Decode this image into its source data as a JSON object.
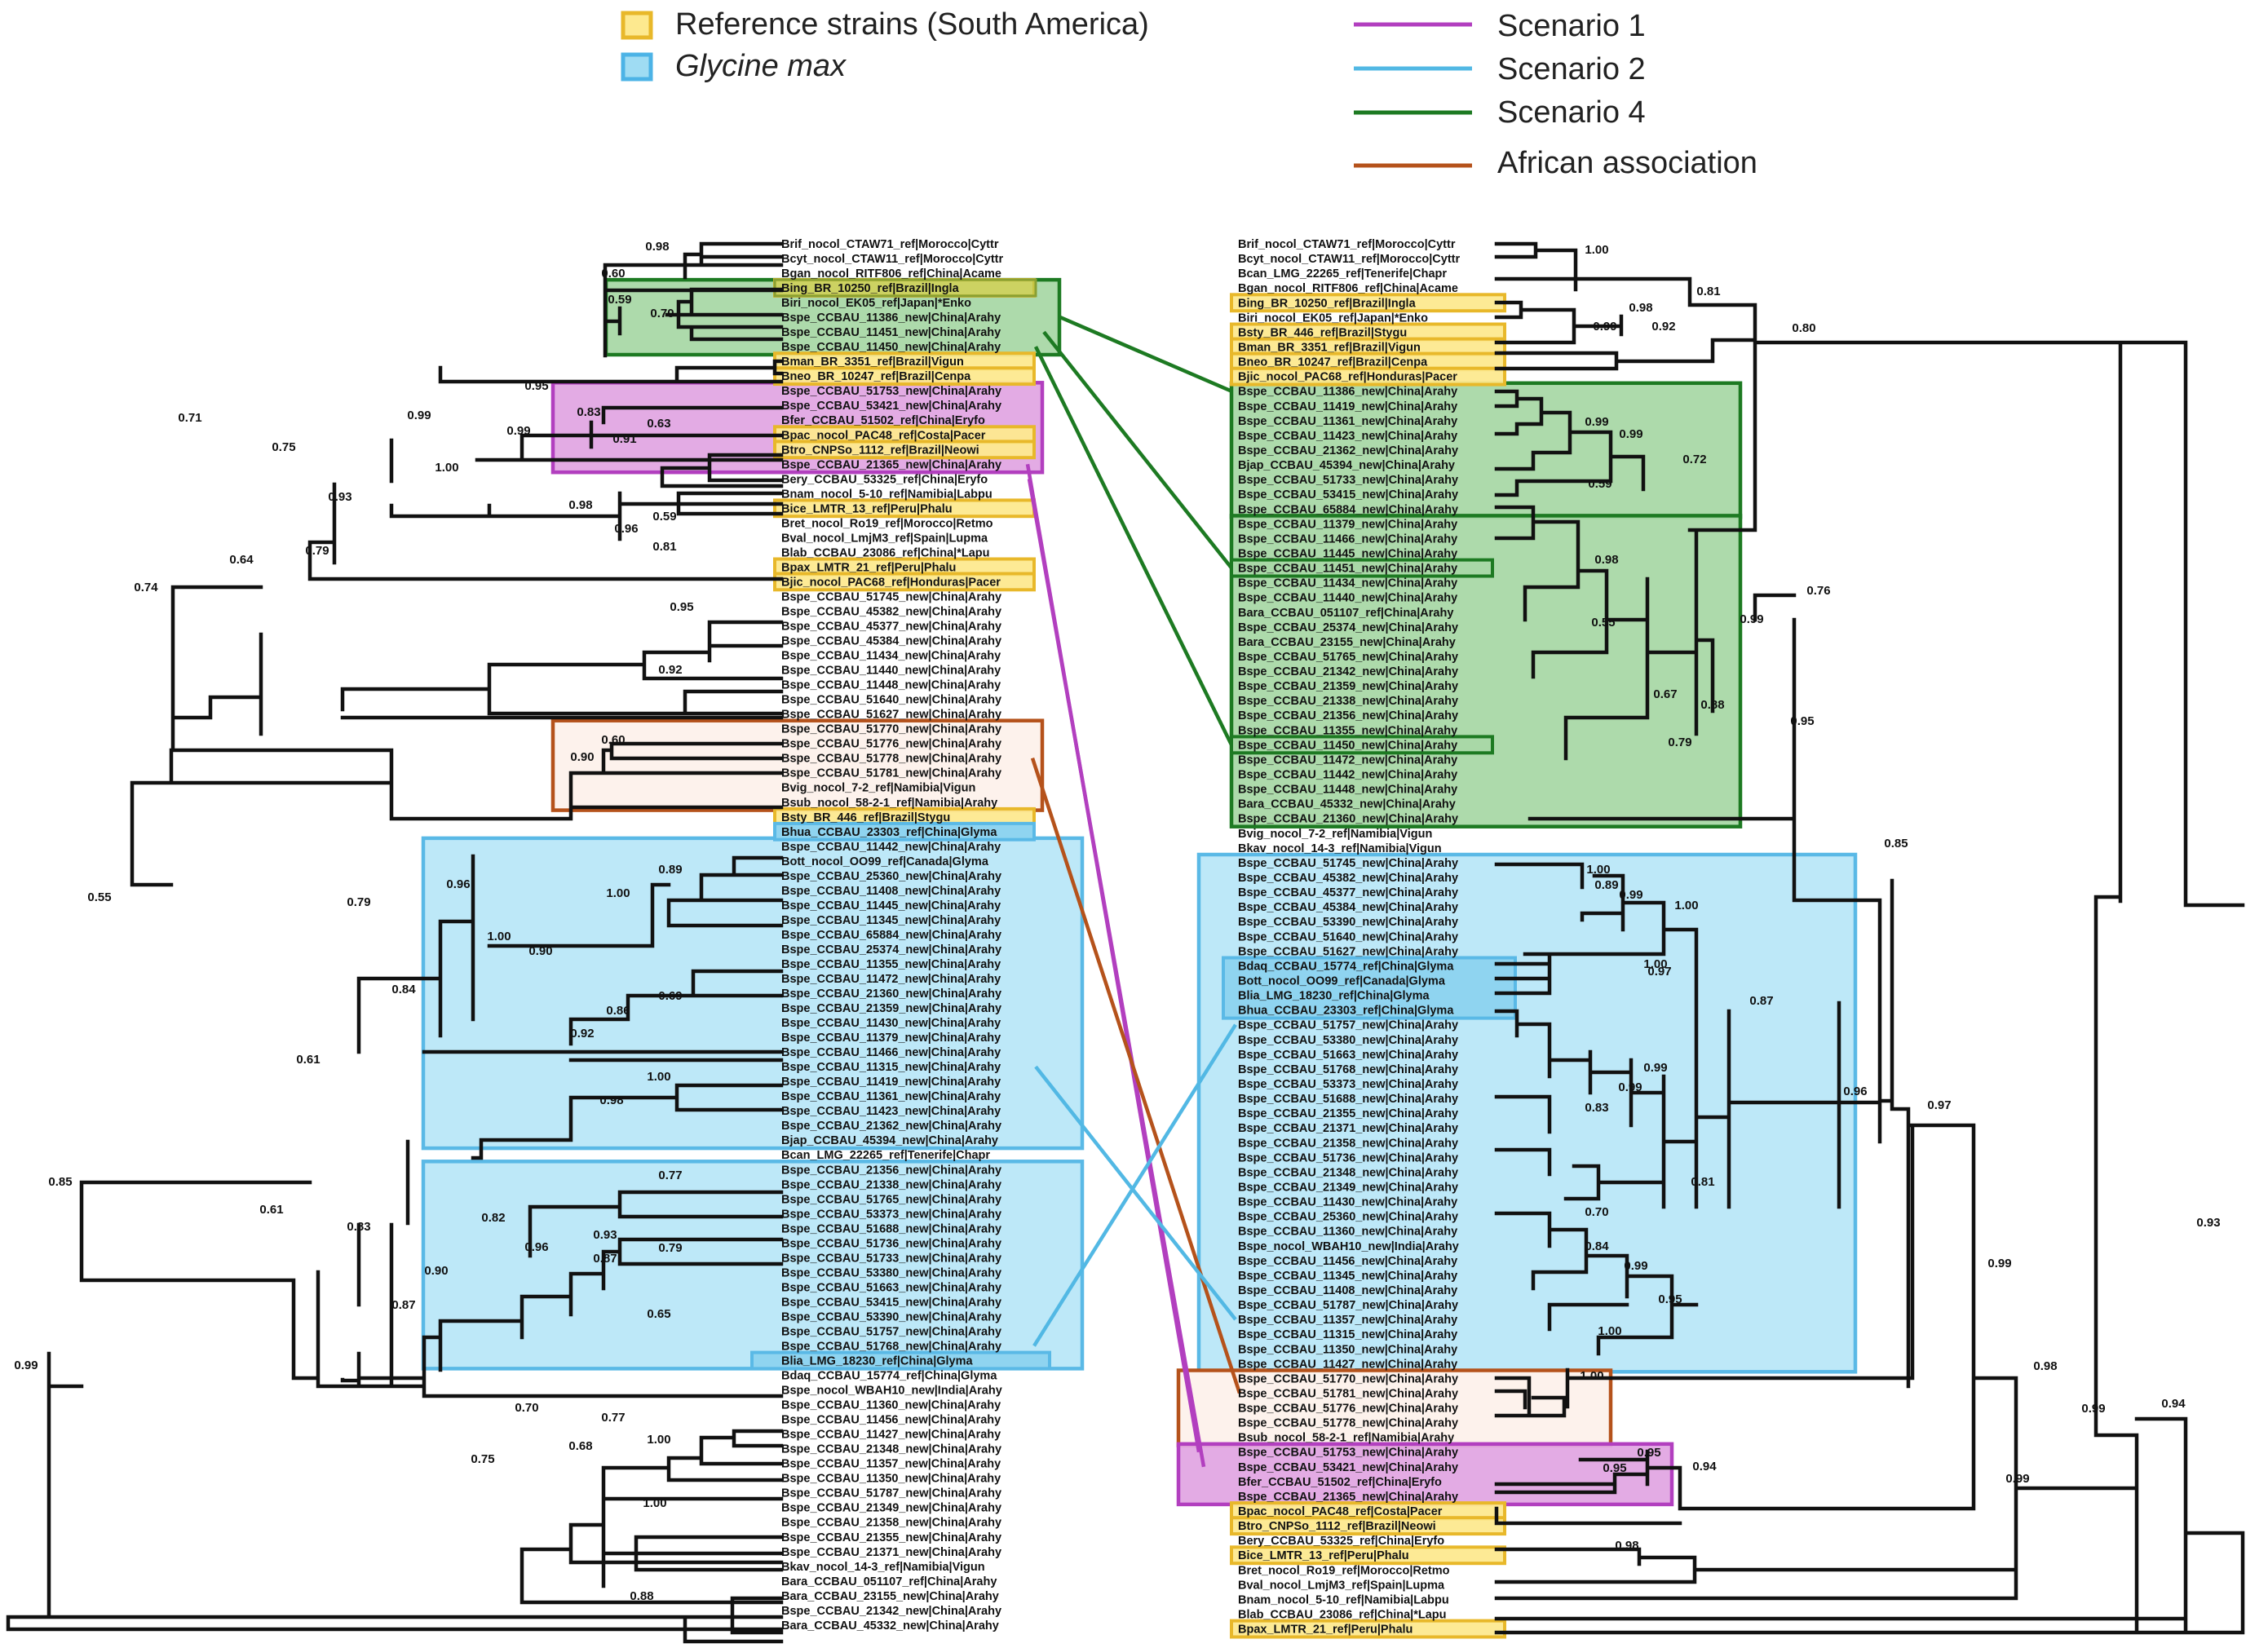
{
  "legend": {
    "items": [
      {
        "label": "Reference strains (South America)",
        "kind": "box",
        "fill": "#fde98f",
        "stroke": "#e8b82a"
      },
      {
        "label": "Glycine max",
        "kind": "box",
        "fill": "#9fdcf3",
        "stroke": "#4cb3e6",
        "italic": true
      },
      {
        "label": "Scenario 1",
        "kind": "line",
        "color": "#b23fbf"
      },
      {
        "label": "Scenario 2",
        "kind": "line",
        "color": "#52b8e4"
      },
      {
        "label": "Scenario 4",
        "kind": "line",
        "color": "#1d7a22"
      },
      {
        "label": "African association",
        "kind": "line",
        "color": "#b5521b"
      }
    ]
  },
  "colors": {
    "branch": "#111111",
    "scenario1": "#b23fbf",
    "scenario2": "#52b8e4",
    "scenario4": "#1d7a22",
    "african": "#b5521b",
    "reference_fill": "#fde98f",
    "reference_stroke": "#e8b82a",
    "glycine_fill": "#bde8f8",
    "glycine_stroke": "#5ab9e6",
    "scen4_fill": "#a9d8a6",
    "scen1_fill": "#e2a7e3",
    "african_fill": "#fdf2ec"
  },
  "left_tree": {
    "leaves": [
      "Brif_nocol_CTAW71_ref|Morocco|Cyttr",
      "Bcyt_nocol_CTAW11_ref|Morocco|Cyttr",
      "Bgan_nocol_RITF806_ref|China|Acame",
      "Bing_BR_10250_ref|Brazil|Ingla",
      "Biri_nocol_EK05_ref|Japan|*Enko",
      "Bspe_CCBAU_11386_new|China|Arahy",
      "Bspe_CCBAU_11451_new|China|Arahy",
      "Bspe_CCBAU_11450_new|China|Arahy",
      "Bman_BR_3351_ref|Brazil|Vigun",
      "Bneo_BR_10247_ref|Brazil|Cenpa",
      "Bspe_CCBAU_51753_new|China|Arahy",
      "Bspe_CCBAU_53421_new|China|Arahy",
      "Bfer_CCBAU_51502_ref|China|Eryfo",
      "Bpac_nocol_PAC48_ref|Costa|Pacer",
      "Btro_CNPSo_1112_ref|Brazil|Neowi",
      "Bspe_CCBAU_21365_new|China|Arahy",
      "Bery_CCBAU_53325_ref|China|Eryfo",
      "Bnam_nocol_5-10_ref|Namibia|Labpu",
      "Bice_LMTR_13_ref|Peru|Phalu",
      "Bret_nocol_Ro19_ref|Morocco|Retmo",
      "Bval_nocol_LmjM3_ref|Spain|Lupma",
      "Blab_CCBAU_23086_ref|China|*Lapu",
      "Bpax_LMTR_21_ref|Peru|Phalu",
      "Bjic_nocol_PAC68_ref|Honduras|Pacer",
      "Bspe_CCBAU_51745_new|China|Arahy",
      "Bspe_CCBAU_45382_new|China|Arahy",
      "Bspe_CCBAU_45377_new|China|Arahy",
      "Bspe_CCBAU_45384_new|China|Arahy",
      "Bspe_CCBAU_11434_new|China|Arahy",
      "Bspe_CCBAU_11440_new|China|Arahy",
      "Bspe_CCBAU_11448_new|China|Arahy",
      "Bspe_CCBAU_51640_new|China|Arahy",
      "Bspe_CCBAU_51627_new|China|Arahy",
      "Bspe_CCBAU_51770_new|China|Arahy",
      "Bspe_CCBAU_51776_new|China|Arahy",
      "Bspe_CCBAU_51778_new|China|Arahy",
      "Bspe_CCBAU_51781_new|China|Arahy",
      "Bvig_nocol_7-2_ref|Namibia|Vigun",
      "Bsub_nocol_58-2-1_ref|Namibia|Arahy",
      "Bsty_BR_446_ref|Brazil|Stygu",
      "Bhua_CCBAU_23303_ref|China|Glyma",
      "Bspe_CCBAU_11442_new|China|Arahy",
      "Bott_nocol_OO99_ref|Canada|Glyma",
      "Bspe_CCBAU_25360_new|China|Arahy",
      "Bspe_CCBAU_11408_new|China|Arahy",
      "Bspe_CCBAU_11445_new|China|Arahy",
      "Bspe_CCBAU_11345_new|China|Arahy",
      "Bspe_CCBAU_65884_new|China|Arahy",
      "Bspe_CCBAU_25374_new|China|Arahy",
      "Bspe_CCBAU_11355_new|China|Arahy",
      "Bspe_CCBAU_11472_new|China|Arahy",
      "Bspe_CCBAU_21360_new|China|Arahy",
      "Bspe_CCBAU_21359_new|China|Arahy",
      "Bspe_CCBAU_11430_new|China|Arahy",
      "Bspe_CCBAU_11379_new|China|Arahy",
      "Bspe_CCBAU_11466_new|China|Arahy",
      "Bspe_CCBAU_11315_new|China|Arahy",
      "Bspe_CCBAU_11419_new|China|Arahy",
      "Bspe_CCBAU_11361_new|China|Arahy",
      "Bspe_CCBAU_11423_new|China|Arahy",
      "Bspe_CCBAU_21362_new|China|Arahy",
      "Bjap_CCBAU_45394_new|China|Arahy",
      "Bcan_LMG_22265_ref|Tenerife|Chapr",
      "Bspe_CCBAU_21356_new|China|Arahy",
      "Bspe_CCBAU_21338_new|China|Arahy",
      "Bspe_CCBAU_51765_new|China|Arahy",
      "Bspe_CCBAU_53373_new|China|Arahy",
      "Bspe_CCBAU_51688_new|China|Arahy",
      "Bspe_CCBAU_51736_new|China|Arahy",
      "Bspe_CCBAU_51733_new|China|Arahy",
      "Bspe_CCBAU_53380_new|China|Arahy",
      "Bspe_CCBAU_51663_new|China|Arahy",
      "Bspe_CCBAU_53415_new|China|Arahy",
      "Bspe_CCBAU_53390_new|China|Arahy",
      "Bspe_CCBAU_51757_new|China|Arahy",
      "Bspe_CCBAU_51768_new|China|Arahy",
      "Blia_LMG_18230_ref|China|Glyma",
      "Bdaq_CCBAU_15774_ref|China|Glyma",
      "Bspe_nocol_WBAH10_new|India|Arahy",
      "Bspe_CCBAU_11360_new|China|Arahy",
      "Bspe_CCBAU_11456_new|China|Arahy",
      "Bspe_CCBAU_11427_new|China|Arahy",
      "Bspe_CCBAU_21348_new|China|Arahy",
      "Bspe_CCBAU_11357_new|China|Arahy",
      "Bspe_CCBAU_11350_new|China|Arahy",
      "Bspe_CCBAU_51787_new|China|Arahy",
      "Bspe_CCBAU_21349_new|China|Arahy",
      "Bspe_CCBAU_21358_new|China|Arahy",
      "Bspe_CCBAU_21355_new|China|Arahy",
      "Bspe_CCBAU_21371_new|China|Arahy",
      "Bkav_nocol_14-3_ref|Namibia|Vigun",
      "Bara_CCBAU_051107_ref|China|Arahy",
      "Bara_CCBAU_23155_new|China|Arahy",
      "Bspe_CCBAU_21342_new|China|Arahy",
      "Bara_CCBAU_45332_new|China|Arahy"
    ],
    "support_values": [
      "0.98",
      "0.60",
      "0.59",
      "0.70",
      "0.71",
      "0.75",
      "0.99",
      "0.95",
      "0.83",
      "0.63",
      "0.91",
      "0.99",
      "1.00",
      "0.93",
      "0.98",
      "0.59",
      "0.96",
      "0.81",
      "0.79",
      "0.64",
      "0.95",
      "0.92",
      "0.74",
      "0.60",
      "0.90",
      "0.55",
      "0.96",
      "0.89",
      "1.00",
      "1.00",
      "0.90",
      "0.69",
      "0.86",
      "0.92",
      "1.00",
      "0.98",
      "0.79",
      "0.84",
      "0.61",
      "0.77",
      "0.82",
      "0.93",
      "0.96",
      "0.79",
      "0.87",
      "0.90",
      "0.65",
      "0.87",
      "0.83",
      "0.61",
      "0.85",
      "0.70",
      "0.77",
      "0.68",
      "1.00",
      "0.75",
      "1.00",
      "0.99",
      "0.88"
    ]
  },
  "right_tree": {
    "leaves": [
      "Brif_nocol_CTAW71_ref|Morocco|Cyttr",
      "Bcyt_nocol_CTAW11_ref|Morocco|Cyttr",
      "Bcan_LMG_22265_ref|Tenerife|Chapr",
      "Bgan_nocol_RITF806_ref|China|Acame",
      "Bing_BR_10250_ref|Brazil|Ingla",
      "Biri_nocol_EK05_ref|Japan|*Enko",
      "Bsty_BR_446_ref|Brazil|Stygu",
      "Bman_BR_3351_ref|Brazil|Vigun",
      "Bneo_BR_10247_ref|Brazil|Cenpa",
      "Bjic_nocol_PAC68_ref|Honduras|Pacer",
      "Bspe_CCBAU_11386_new|China|Arahy",
      "Bspe_CCBAU_11419_new|China|Arahy",
      "Bspe_CCBAU_11361_new|China|Arahy",
      "Bspe_CCBAU_11423_new|China|Arahy",
      "Bspe_CCBAU_21362_new|China|Arahy",
      "Bjap_CCBAU_45394_new|China|Arahy",
      "Bspe_CCBAU_51733_new|China|Arahy",
      "Bspe_CCBAU_53415_new|China|Arahy",
      "Bspe_CCBAU_65884_new|China|Arahy",
      "Bspe_CCBAU_11379_new|China|Arahy",
      "Bspe_CCBAU_11466_new|China|Arahy",
      "Bspe_CCBAU_11445_new|China|Arahy",
      "Bspe_CCBAU_11451_new|China|Arahy",
      "Bspe_CCBAU_11434_new|China|Arahy",
      "Bspe_CCBAU_11440_new|China|Arahy",
      "Bara_CCBAU_051107_ref|China|Arahy",
      "Bspe_CCBAU_25374_new|China|Arahy",
      "Bara_CCBAU_23155_new|China|Arahy",
      "Bspe_CCBAU_51765_new|China|Arahy",
      "Bspe_CCBAU_21342_new|China|Arahy",
      "Bspe_CCBAU_21359_new|China|Arahy",
      "Bspe_CCBAU_21338_new|China|Arahy",
      "Bspe_CCBAU_21356_new|China|Arahy",
      "Bspe_CCBAU_11355_new|China|Arahy",
      "Bspe_CCBAU_11450_new|China|Arahy",
      "Bspe_CCBAU_11472_new|China|Arahy",
      "Bspe_CCBAU_11442_new|China|Arahy",
      "Bspe_CCBAU_11448_new|China|Arahy",
      "Bara_CCBAU_45332_new|China|Arahy",
      "Bspe_CCBAU_21360_new|China|Arahy",
      "Bvig_nocol_7-2_ref|Namibia|Vigun",
      "Bkav_nocol_14-3_ref|Namibia|Vigun",
      "Bspe_CCBAU_51745_new|China|Arahy",
      "Bspe_CCBAU_45382_new|China|Arahy",
      "Bspe_CCBAU_45377_new|China|Arahy",
      "Bspe_CCBAU_45384_new|China|Arahy",
      "Bspe_CCBAU_53390_new|China|Arahy",
      "Bspe_CCBAU_51640_new|China|Arahy",
      "Bspe_CCBAU_51627_new|China|Arahy",
      "Bdaq_CCBAU_15774_ref|China|Glyma",
      "Bott_nocol_OO99_ref|Canada|Glyma",
      "Blia_LMG_18230_ref|China|Glyma",
      "Bhua_CCBAU_23303_ref|China|Glyma",
      "Bspe_CCBAU_51757_new|China|Arahy",
      "Bspe_CCBAU_53380_new|China|Arahy",
      "Bspe_CCBAU_51663_new|China|Arahy",
      "Bspe_CCBAU_51768_new|China|Arahy",
      "Bspe_CCBAU_53373_new|China|Arahy",
      "Bspe_CCBAU_51688_new|China|Arahy",
      "Bspe_CCBAU_21355_new|China|Arahy",
      "Bspe_CCBAU_21371_new|China|Arahy",
      "Bspe_CCBAU_21358_new|China|Arahy",
      "Bspe_CCBAU_51736_new|China|Arahy",
      "Bspe_CCBAU_21348_new|China|Arahy",
      "Bspe_CCBAU_21349_new|China|Arahy",
      "Bspe_CCBAU_11430_new|China|Arahy",
      "Bspe_CCBAU_25360_new|China|Arahy",
      "Bspe_CCBAU_11360_new|China|Arahy",
      "Bspe_nocol_WBAH10_new|India|Arahy",
      "Bspe_CCBAU_11456_new|China|Arahy",
      "Bspe_CCBAU_11345_new|China|Arahy",
      "Bspe_CCBAU_11408_new|China|Arahy",
      "Bspe_CCBAU_51787_new|China|Arahy",
      "Bspe_CCBAU_11357_new|China|Arahy",
      "Bspe_CCBAU_11315_new|China|Arahy",
      "Bspe_CCBAU_11350_new|China|Arahy",
      "Bspe_CCBAU_11427_new|China|Arahy",
      "Bspe_CCBAU_51770_new|China|Arahy",
      "Bspe_CCBAU_51781_new|China|Arahy",
      "Bspe_CCBAU_51776_new|China|Arahy",
      "Bspe_CCBAU_51778_new|China|Arahy",
      "Bsub_nocol_58-2-1_ref|Namibia|Arahy",
      "Bspe_CCBAU_51753_new|China|Arahy",
      "Bspe_CCBAU_53421_new|China|Arahy",
      "Bfer_CCBAU_51502_ref|China|Eryfo",
      "Bspe_CCBAU_21365_new|China|Arahy",
      "Bpac_nocol_PAC48_ref|Costa|Pacer",
      "Btro_CNPSo_1112_ref|Brazil|Neowi",
      "Bery_CCBAU_53325_ref|China|Eryfo",
      "Bice_LMTR_13_ref|Peru|Phalu",
      "Bret_nocol_Ro19_ref|Morocco|Retmo",
      "Bval_nocol_LmjM3_ref|Spain|Lupma",
      "Bnam_nocol_5-10_ref|Namibia|Labpu",
      "Blab_CCBAU_23086_ref|China|*Lapu",
      "Bpax_LMTR_21_ref|Peru|Phalu"
    ],
    "support_values": [
      "1.00",
      "0.81",
      "0.98",
      "0.99",
      "0.92",
      "0.80",
      "0.99",
      "0.99",
      "0.72",
      "0.59",
      "0.98",
      "0.55",
      "0.99",
      "0.88",
      "0.67",
      "0.79",
      "0.76",
      "0.95",
      "0.85",
      "1.00",
      "0.89",
      "1.00",
      "0.99",
      "1.00",
      "0.97",
      "0.87",
      "0.96",
      "0.99",
      "0.99",
      "0.83",
      "0.81",
      "0.70",
      "0.84",
      "0.99",
      "0.95",
      "1.00",
      "0.97",
      "0.99",
      "0.93",
      "0.95",
      "0.95",
      "0.94",
      "0.98",
      "0.99",
      "0.99",
      "0.98",
      "0.94",
      "1.00"
    ]
  }
}
